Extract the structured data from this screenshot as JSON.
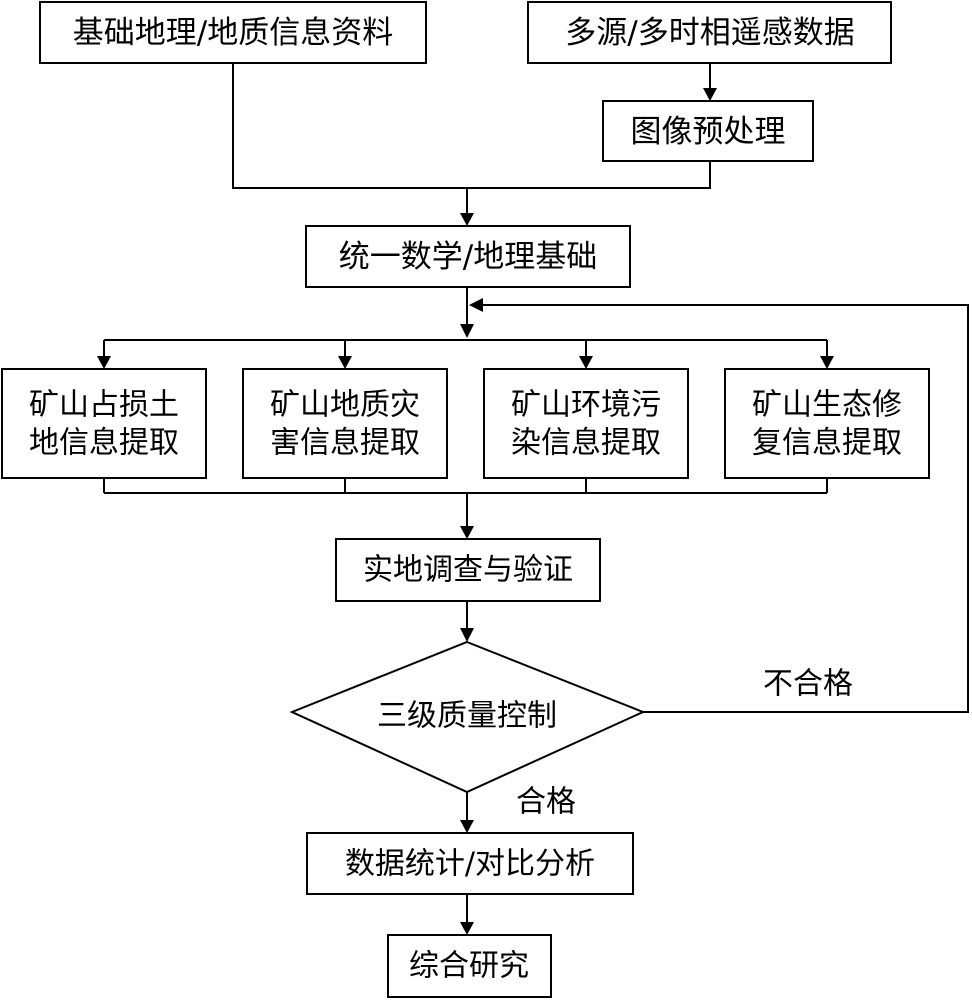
{
  "nodes": {
    "basic_info": "基础地理/地质信息资料",
    "rs_data": "多源/多时相遥感数据",
    "preprocess": "图像预处理",
    "unified_base": "统一数学/地理基础",
    "extract_land": {
      "line1": "矿山占损土",
      "line2": "地信息提取"
    },
    "extract_hazard": {
      "line1": "矿山地质灾",
      "line2": "害信息提取"
    },
    "extract_pollution": {
      "line1": "矿山环境污",
      "line2": "染信息提取"
    },
    "extract_restore": {
      "line1": "矿山生态修",
      "line2": "复信息提取"
    },
    "field_survey": "实地调查与验证",
    "quality_control": "三级质量控制",
    "statistics": "数据统计/对比分析",
    "research": "综合研究"
  },
  "edges": {
    "pass_label": "合格",
    "fail_label": "不合格"
  }
}
